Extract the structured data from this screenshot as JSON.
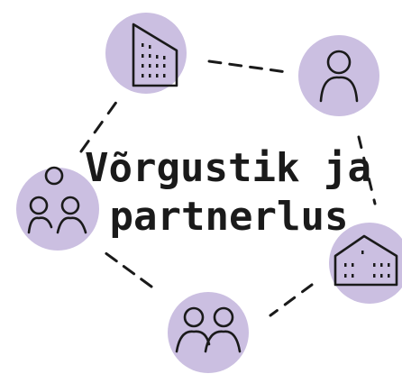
{
  "title": {
    "line1": "Võrgustik ja",
    "line2": "partnerlus"
  },
  "colors": {
    "circle_fill": "#cbbfe1",
    "ink": "#1a1a1a",
    "background": "#ffffff"
  },
  "nodes": [
    {
      "name": "office-building-node",
      "icon": "office-building-icon"
    },
    {
      "name": "person-node",
      "icon": "person-icon"
    },
    {
      "name": "house-node",
      "icon": "house-icon"
    },
    {
      "name": "pair-of-people-node",
      "icon": "two-people-icon"
    },
    {
      "name": "group-of-people-node",
      "icon": "three-people-icon"
    }
  ]
}
